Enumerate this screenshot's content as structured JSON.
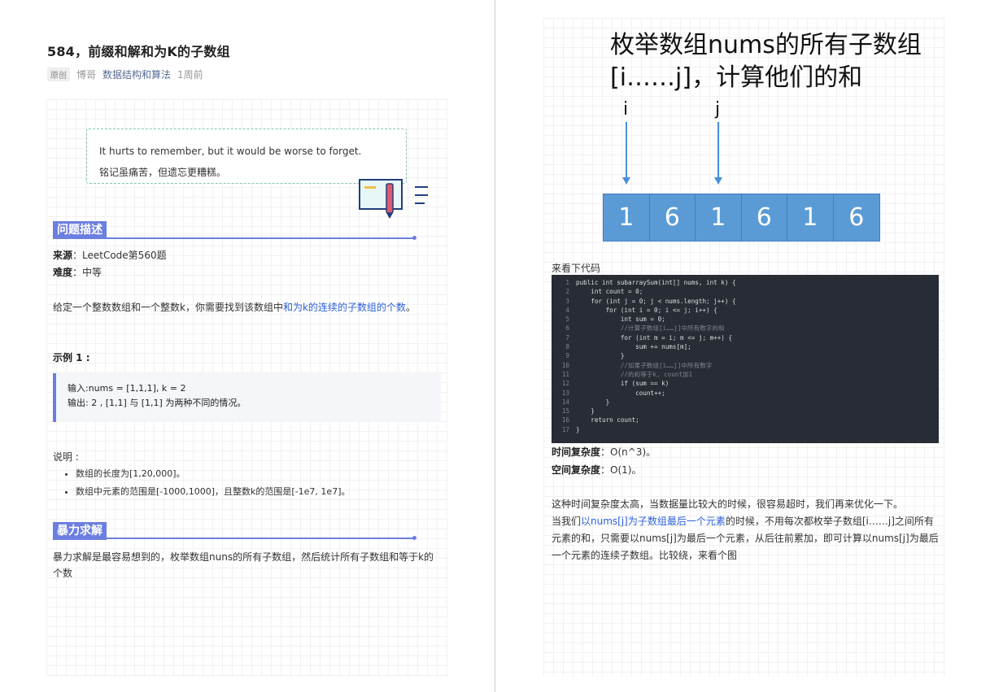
{
  "left": {
    "title": "584，前缀和解和为K的子数组",
    "meta": {
      "badge": "原创",
      "author": "博哥",
      "category": "数据结构和算法",
      "time": "1周前"
    },
    "quote": {
      "en": "It hurts to remember, but it would be worse to forget.",
      "zh": "铭记虽痛苦，但遗忘更糟糕。"
    },
    "sec1": "问题描述",
    "source_label": "来源",
    "source_value": "：LeetCode第560题",
    "difficulty_label": "难度",
    "difficulty_value": "：中等",
    "desc_pre": "给定一个整数数组和一个整数k，你需要找到该数组中",
    "desc_link": "和为k的连续的子数组的个数",
    "desc_post": "。",
    "example_title": "示例 1 :",
    "example_input": "输入:nums = [1,1,1], k = 2",
    "example_output": "输出: 2 , [1,1] 与 [1,1] 为两种不同的情况。",
    "notes_title": "说明 :",
    "notes": [
      "数组的长度为[1,20,000]。",
      "数组中元素的范围是[-1000,1000]，且整数k的范围是[-1e7, 1e7]。"
    ],
    "sec2": "暴力求解",
    "brute_text": "暴力求解是最容易想到的，枚举数组nuns的所有子数组，然后统计所有子数组和等于k的个数"
  },
  "right": {
    "big_title": "枚举数组nums的所有子数组[i……j]，计算他们的和",
    "label_i": "i",
    "label_j": "j",
    "array": [
      "1",
      "6",
      "1",
      "6",
      "1",
      "6"
    ],
    "code_intro": "来看下代码",
    "code": [
      "public int subarraySum(int[] nums, int k) {",
      "    int count = 0;",
      "    for (int j = 0; j < nums.length; j++) {",
      "        for (int i = 0; i <= j; i++) {",
      "            int sum = 0;",
      "            //计算子数组[i……j]中所有数字的和",
      "            for (int m = i; m <= j; m++) {",
      "                sum += nums[m];",
      "            }",
      "            //如果子数组[i……j]中所有数字",
      "            //的和等于k, count加1",
      "            if (sum == k)",
      "                count++;",
      "        }",
      "    }",
      "    return count;",
      "}"
    ],
    "time_label": "时间复杂度",
    "time_value": "：O(n^3)。",
    "space_label": "空间复杂度",
    "space_value": "：O(1)。",
    "para1": "这种时间复杂度太高，当数据量比较大的时候，很容易超时，我们再来优化一下。",
    "para2_pre": "当我们",
    "para2_link": "以nums[j]为子数组最后一个元素",
    "para2_post": "的时候，不用每次都枚举子数组[i……j]之间所有元素的和，只需要以nums[j]为最后一个元素，从后往前累加，即可计算以nums[j]为最后一个元素的连续子数组。比较绕，来看个图",
    "colors": {
      "accent": "#6b7fe0",
      "link": "#2b5fd9",
      "cell": "#5a9bd5",
      "code_bg": "#282c34"
    }
  }
}
